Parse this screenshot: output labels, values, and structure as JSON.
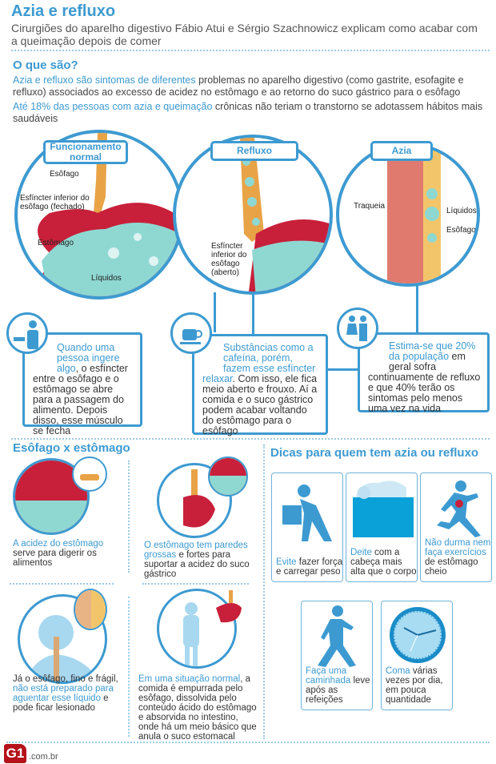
{
  "header": {
    "title": "Azia e refluxo",
    "subtitle": "Cirurgiões do aparelho digestivo Fábio Atui e Sérgio Szachnowicz explicam como acabar com a queimação depois de comer"
  },
  "intro": {
    "heading": "O que são?",
    "p1": {
      "hl": "Azia e refluxo são sintomas de diferentes",
      "rest": " problemas no aparelho digestivo (como gastrite, esofagite e refluxo) associados ao excesso de acidez no estômago e ao retorno do suco gástrico para o esôfago"
    },
    "p2": {
      "hl": "Até 18% das pessoas com azia e queimação",
      "rest": " crônicas não teriam o transtorno se adotassem hábitos mais saudáveis"
    }
  },
  "panels": [
    {
      "label": "Funcionamento normal",
      "labels": [
        "Esôfago",
        "Esfíncter inferior do esôfago (fechado)",
        "Estômago",
        "Líquidos"
      ],
      "icon": "person-eating-icon",
      "text": {
        "hl": "Quando uma pessoa ingere algo",
        "rest": ", o esfíncter entre o esôfago e o estômago se abre para a passagem do alimento. Depois disso, esse músculo se fecha"
      }
    },
    {
      "label": "Refluxo",
      "labels": [
        "Esfíncter inferior do esôfago (aberto)"
      ],
      "icon": "coffee-cup-icon",
      "text": {
        "hl": "Substâncias como a cafeína, porém, fazem esse esfíncter relaxar",
        "rest": ". Com isso, ele fica meio aberto e frouxo. Aí a comida e o suco gástrico podem acabar voltando do estômago para o esôfago"
      }
    },
    {
      "label": "Azia",
      "labels": [
        "Traqueia",
        "Líquidos",
        "Esôfago"
      ],
      "icon": "people-icon",
      "text": {
        "hl": "Estima-se que 20% da população",
        "rest": " em geral sofra continuamente de refluxo e que 40% terão os sintomas pelo menos uma vez na vida"
      }
    }
  ],
  "comparison": {
    "heading": "Esôfago x estômago",
    "items": [
      {
        "pre": "",
        "hl": "A acidez do estômago",
        "post": " serve para digerir os alimentos"
      },
      {
        "pre": "",
        "hl": "O estômago tem paredes grossas",
        "post": " e fortes para suportar a acidez do suco gástrico"
      },
      {
        "pre": "Já o esôfago, fino e frágil, ",
        "hl": "não está preparado para aguentar esse líquido",
        "post": " e pode ficar lesionado"
      },
      {
        "pre": "",
        "hl": "Em uma situação normal",
        "post": ", a comida é empurrada pelo esôfago, dissolvida pelo conteúdo ácido do estômago e absorvida no intestino, onde há um meio básico que anula o suco estomacal"
      }
    ]
  },
  "tips": {
    "heading": "Dicas para quem tem azia ou refluxo",
    "items": [
      {
        "icon": "lifting-box-icon",
        "hl": "Evite",
        "post": " fazer força e carregar peso"
      },
      {
        "icon": "bed-pillow-icon",
        "hl": "Deite",
        "post": " com a cabeça mais alta que o corpo"
      },
      {
        "icon": "running-icon",
        "hl": "Não durma nem faça exercícios",
        "post": " de estômago cheio"
      },
      {
        "icon": "walking-icon",
        "hl": "Faça uma caminhada",
        "post": " leve após as refeições"
      },
      {
        "icon": "clock-icon",
        "hl": "Coma",
        "post": " várias vezes por dia, em pouca quantidade"
      }
    ]
  },
  "footer": {
    "logo": "G1",
    "domain": ".com.br"
  },
  "colors": {
    "accent": "#3d9ad1",
    "stomach": "#c8203a",
    "liquid": "#8fd8d2",
    "esophagus": "#e8a347"
  }
}
